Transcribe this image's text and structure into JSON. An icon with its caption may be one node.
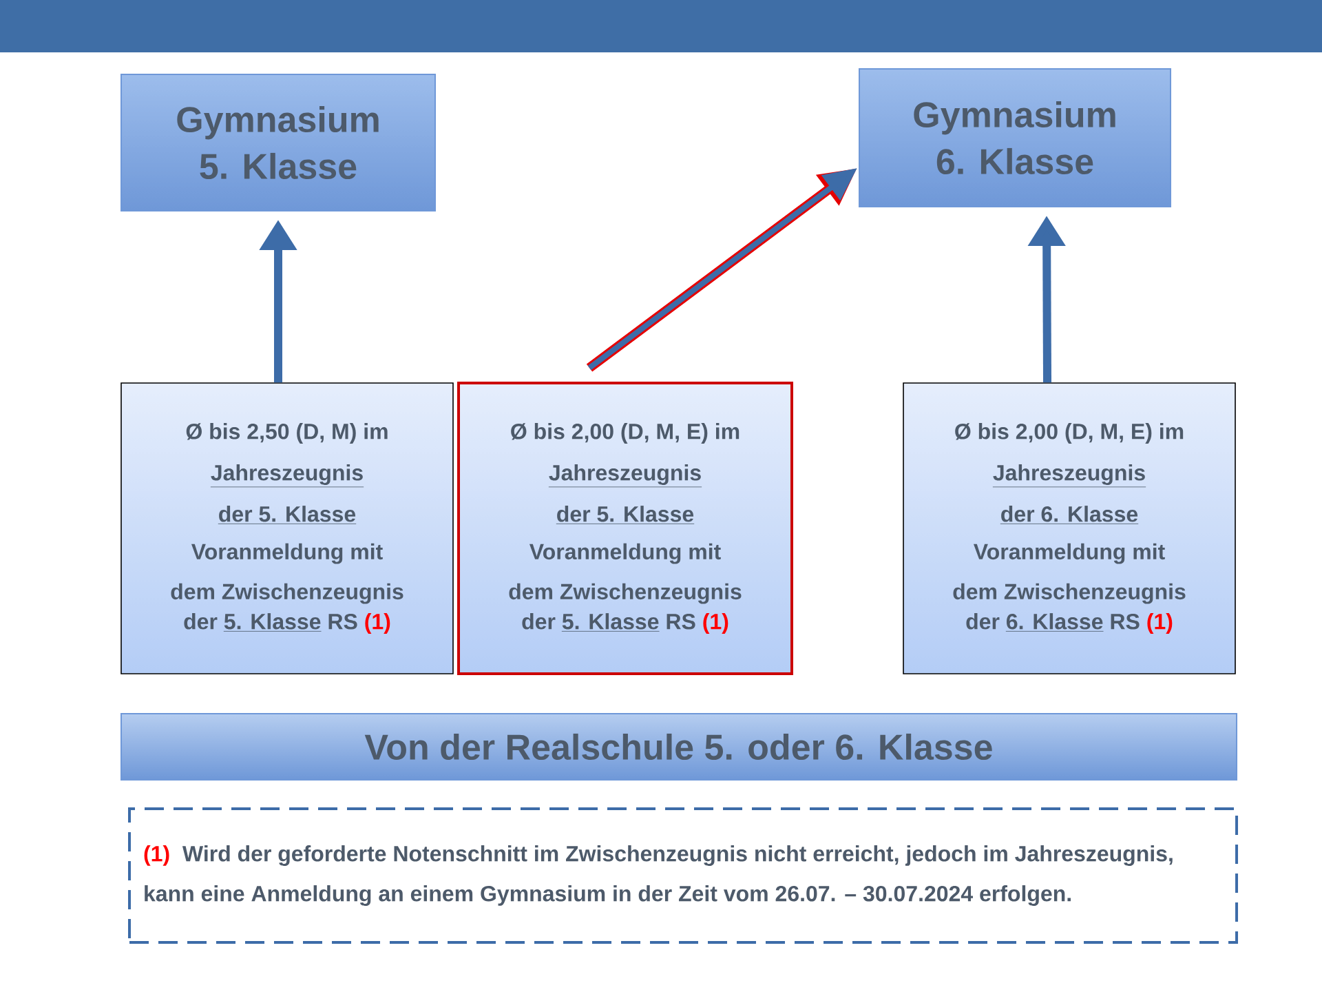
{
  "diagram": {
    "nodes": [
      {
        "text": [
          "Gymnasium 5. Klasse"
        ]
      },
      {
        "text": [
          "Gymnasium 6. Klasse"
        ]
      },
      {
        "text": [
          "Ø bis 2,50 (D, M) im",
          "Jahreszeugnis",
          "der 5. Klasse",
          "Voranmeldung mit dem Zwischenzeugnis",
          "der",
          "5. Klasse",
          "RS",
          "(1)"
        ]
      },
      {
        "text": [
          "Ø bis 2,00 (D, M, E) im",
          "Jahreszeugnis",
          "der 5. Klasse",
          "Voranmeldung mit dem Zwischenzeugnis",
          "der",
          "5. Klasse",
          "RS",
          "(1)"
        ]
      },
      {
        "text": [
          "Ø bis 2,00 (D, M, E) im",
          "Jahreszeugnis",
          "der 6. Klasse",
          "Voranmeldung mit dem Zwischenzeugnis",
          "der",
          "6. Klasse",
          "RS",
          "(1)"
        ]
      },
      {
        "text": [
          "Von der Realschule 5. oder 6. Klasse"
        ]
      },
      {
        "text": [
          "(1)",
          "Wird der geforderte Notenschnitt im Zwischenzeugnis nicht erreicht, jedoch im Jahreszeugnis, kann eine Anmeldung an einem Gymnasium in der Zeit vom 26.07. – 30.07.2024 erfolgen."
        ]
      }
    ],
    "edges": [
      {
        "from": 2,
        "to": 0,
        "arrow": "to"
      },
      {
        "from": 3,
        "to": 1,
        "arrow": "to"
      },
      {
        "from": 4,
        "to": 1,
        "arrow": "to"
      }
    ]
  }
}
